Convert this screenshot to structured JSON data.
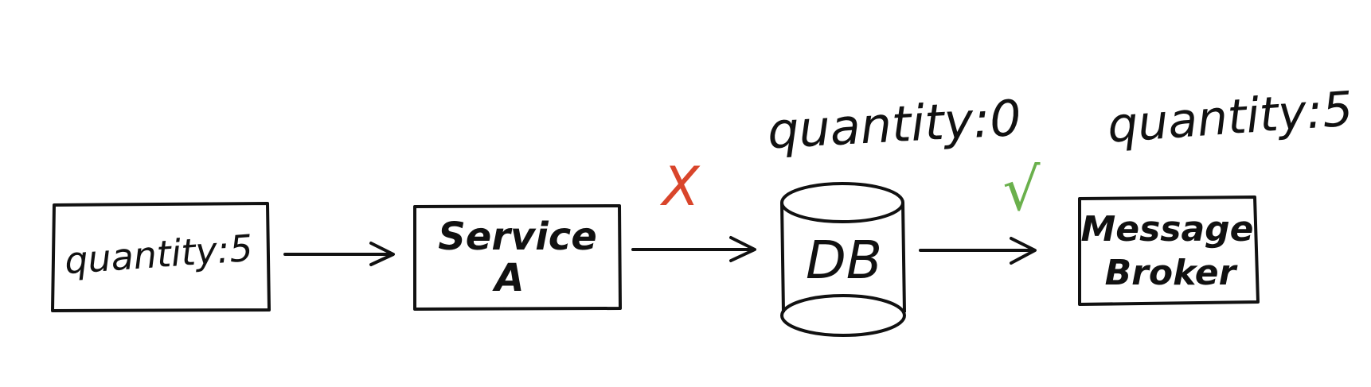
{
  "nodes": {
    "source": {
      "label": "quantity:5"
    },
    "service": {
      "label_line1": "Service",
      "label_line2": "A"
    },
    "db": {
      "label": "DB",
      "annotation": "quantity:0"
    },
    "broker": {
      "label_line1": "Message",
      "label_line2": "Broker",
      "annotation": "quantity:5"
    }
  },
  "edges": {
    "service_to_db": {
      "status_mark": "X",
      "status_color": "#d9452b"
    },
    "db_to_broker": {
      "status_mark": "√",
      "status_color": "#6ab04c"
    }
  },
  "colors": {
    "ink": "#111111",
    "fail": "#d9452b",
    "success": "#6ab04c"
  }
}
